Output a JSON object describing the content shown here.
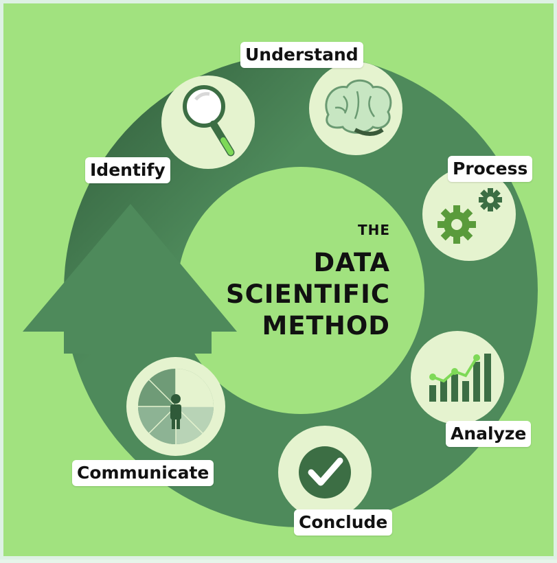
{
  "colors": {
    "background": "#a1e27f",
    "ring": "#4e8a5b",
    "ring_dark": "#2f5a39",
    "center_circle": "#a1e27f",
    "icon_circle": "#e5f3cf",
    "icon_green": "#5a9b3b",
    "label_bg": "#ffffff"
  },
  "title": {
    "prefix": "THE",
    "lines": [
      "DATA",
      "SCIENTIFIC",
      "METHOD"
    ]
  },
  "steps": [
    {
      "label": "Understand",
      "icon": "brain-icon"
    },
    {
      "label": "Process",
      "icon": "gears-icon"
    },
    {
      "label": "Analyze",
      "icon": "bar-chart-icon"
    },
    {
      "label": "Conclude",
      "icon": "checkmark-icon"
    },
    {
      "label": "Communicate",
      "icon": "person-radial-icon"
    },
    {
      "label": "Identify",
      "icon": "magnifying-glass-icon"
    }
  ]
}
